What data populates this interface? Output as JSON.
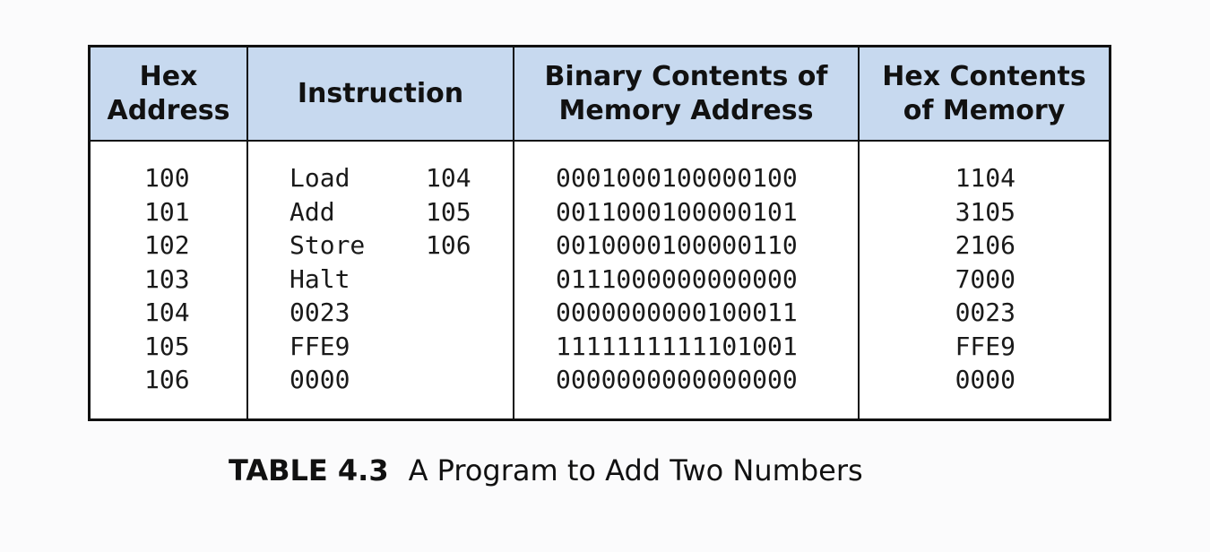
{
  "table": {
    "headers": [
      [
        "Hex",
        "Address"
      ],
      [
        "Instruction"
      ],
      [
        "Binary Contents of",
        "Memory Address"
      ],
      [
        "Hex Contents",
        "of Memory"
      ]
    ],
    "rows": [
      {
        "address": "100",
        "op": "Load",
        "arg": "104",
        "binary": "0001000100000100",
        "hex": "1104"
      },
      {
        "address": "101",
        "op": "Add",
        "arg": "105",
        "binary": "0011000100000101",
        "hex": "3105"
      },
      {
        "address": "102",
        "op": "Store",
        "arg": "106",
        "binary": "0010000100000110",
        "hex": "2106"
      },
      {
        "address": "103",
        "op": "Halt",
        "arg": "",
        "binary": "0111000000000000",
        "hex": "7000"
      },
      {
        "address": "104",
        "op": "0023",
        "arg": "",
        "binary": "0000000000100011",
        "hex": "0023"
      },
      {
        "address": "105",
        "op": "FFE9",
        "arg": "",
        "binary": "1111111111101001",
        "hex": "FFE9"
      },
      {
        "address": "106",
        "op": "0000",
        "arg": "",
        "binary": "0000000000000000",
        "hex": "0000"
      }
    ]
  },
  "caption": {
    "label": "TABLE 4.3",
    "title": "A Program to Add Two Numbers"
  }
}
